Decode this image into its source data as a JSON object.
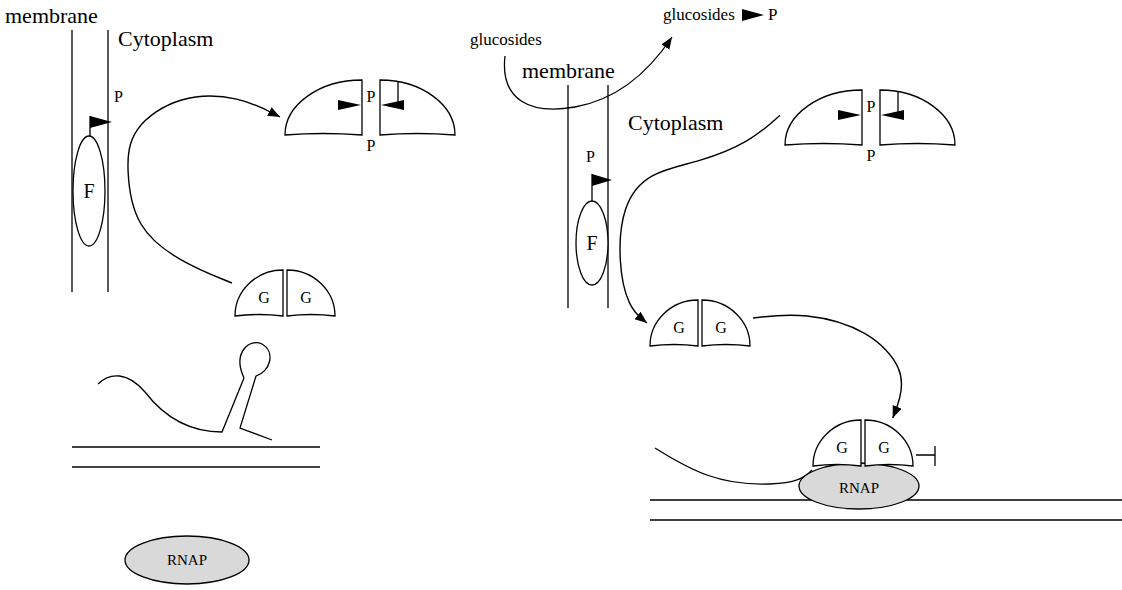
{
  "diagram": {
    "nodes": [
      {
        "text": [
          "F"
        ]
      },
      {
        "text": [
          "P",
          "P"
        ]
      },
      {
        "text": [
          "G",
          "G"
        ]
      },
      {
        "text": [
          "RNAP"
        ]
      },
      {
        "text": [
          "F"
        ]
      },
      {
        "text": [
          "P",
          "P"
        ]
      },
      {
        "text": [
          "G",
          "G"
        ]
      },
      {
        "text": [
          "G",
          "G"
        ]
      },
      {
        "text": [
          "RNAP"
        ]
      }
    ],
    "edges": [
      {
        "from": 2,
        "to": 1,
        "arrow": "to"
      },
      {
        "from": 5,
        "to": 6,
        "arrow": "to"
      },
      {
        "from": 6,
        "to": 7,
        "arrow": "to"
      }
    ],
    "labels": [
      "membrane",
      "Cytoplasm",
      "P",
      "glucosides",
      "glucosides",
      "P",
      "membrane",
      "Cytoplasm",
      "P"
    ]
  }
}
